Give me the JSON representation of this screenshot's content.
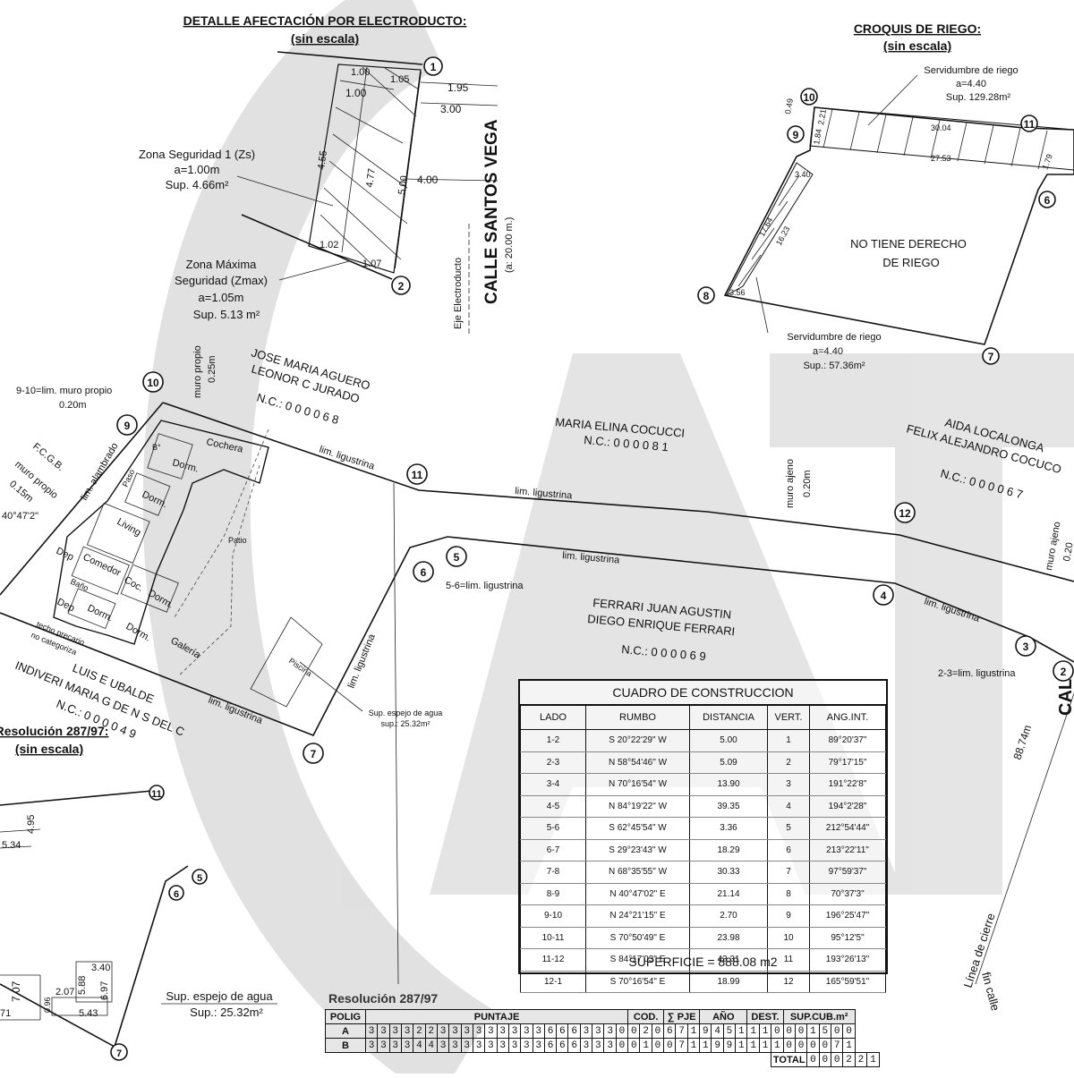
{
  "electroducto": {
    "title": "DETALLE AFECTACIÓN POR ELECTRODUCTO:",
    "subtitle": "(sin escala)",
    "zona1": [
      "Zona Seguridad 1 (Zs)",
      "a=1.00m",
      "Sup. 4.66m²"
    ],
    "zonamax": [
      "Zona Máxima",
      "Seguridad (Zmax)",
      "a=1.05m",
      "Sup. 5.13 m²"
    ],
    "dims": [
      "1.00",
      "1.05",
      "1.00",
      "1.95",
      "3.00",
      "4.55",
      "4.77",
      "5.00",
      "4.00",
      "1.02",
      "1.07"
    ],
    "eje": "Eje Electroducto",
    "street": "CALLE SANTOS VEGA",
    "street_width": "(a: 20.00 m.)"
  },
  "riego": {
    "title": "CROQUIS DE RIEGO:",
    "subtitle": "(sin escala)",
    "serv1": [
      "Servidumbre de riego",
      "a=4.40",
      "Sup. 129.28m²"
    ],
    "serv2": [
      "Servidumbre de riego",
      "a=4.40",
      "Sup.: 57.36m²"
    ],
    "note": [
      "NO TIENE DERECHO",
      "DE RIEGO"
    ],
    "dims": [
      "0.49",
      "2.21",
      "1.84",
      "30.04",
      "27.53",
      "3.40",
      "17.64",
      "16.23",
      "3.56",
      "1.79"
    ]
  },
  "plan": {
    "owners_top": [
      "JOSE MARIA AGUERO",
      "LEONOR C JURADO",
      "N.C.: 0 0 0 0 6 8"
    ],
    "owners_mid": [
      "MARIA ELINA COCUCCI",
      "N.C.: 0 0 0 0 8 1"
    ],
    "owners_right": [
      "AIDA LOCALONGA",
      "FELIX ALEJANDRO COCUCO",
      "N.C.: 0 0 0 0 6 7"
    ],
    "owners_center": [
      "FERRARI JUAN AGUSTIN",
      "DIEGO ENRIQUE FERRARI",
      "N.C.: 0 0 0 0 6 9"
    ],
    "owners_bottom": [
      "LUIS E UBALDE",
      "INDIVERI MARIA G DE N S DEL C",
      "N.C.: 0 0 0 0 4 9"
    ],
    "notes": {
      "muro_910": [
        "9-10=lim. muro propio",
        "0.20m"
      ],
      "muro_top": [
        "muro propio",
        "0.25m"
      ],
      "fcgb": "F.C.G.B.",
      "muro_left": [
        "muro propio",
        "0.15m"
      ],
      "alambrado": "lim. alambrado",
      "angle": "40°47'2\"",
      "lig1": "lim. ligustrina",
      "lig2": "lim. ligustrina",
      "lig3": "lim. ligustrina",
      "lig4": "lim. ligustrina",
      "lig5": "lim. ligustrina",
      "lig6": "lim. ligustrina",
      "n56": "5-6=lim. ligustrina",
      "n23": "2-3=lim. ligustrina",
      "muro_ajeno": [
        "muro ajeno",
        "0.20m"
      ],
      "muro_ajeno2": [
        "muro ajeno",
        "0.20"
      ],
      "espejo": [
        "Sup. espejo de agua",
        "sup.: 25.32m²"
      ],
      "techo": [
        "techo precario",
        "no categoriza"
      ],
      "largo": "88.74m",
      "cierre": "Línea de cierre",
      "fin": "fin calle",
      "calle_right": "CAL"
    },
    "rooms": [
      "Cochera",
      "B°",
      "Dorm.",
      "Paso",
      "Dorm.",
      "Living",
      "Patio",
      "Dep",
      "Comedor",
      "Coc.",
      "Dorm.",
      "Baño",
      "Dep",
      "Dorm.",
      "Dorm.",
      "Galería",
      "Piscina"
    ],
    "vertices": [
      "1",
      "2",
      "3",
      "4",
      "5",
      "6",
      "7",
      "8",
      "9",
      "10",
      "11",
      "12"
    ]
  },
  "resolucion_small": {
    "title": "Resolución 287/97:",
    "subtitle": "(sin escala)",
    "dims": [
      "4.95",
      "5.34",
      "7.07",
      "0.96",
      "2.07",
      "5.88",
      "6.97",
      "3.40",
      "5.43",
      "71"
    ],
    "espejo": [
      "Sup. espejo de agua",
      "Sup.: 25.32m²"
    ],
    "vertices": [
      "11",
      "5",
      "6",
      "7"
    ]
  },
  "cuadro": {
    "title": "CUADRO DE CONSTRUCCION",
    "headers": [
      "LADO",
      "RUMBO",
      "DISTANCIA",
      "VERT.",
      "ANG.INT."
    ],
    "rows": [
      [
        "1-2",
        "S 20°22'29\" W",
        "5.00",
        "1",
        "89°20'37\""
      ],
      [
        "2-3",
        "N 58°54'46\" W",
        "5.09",
        "2",
        "79°17'15\""
      ],
      [
        "3-4",
        "N 70°16'54\" W",
        "13.90",
        "3",
        "191°22'8\""
      ],
      [
        "4-5",
        "N 84°19'22\" W",
        "39.35",
        "4",
        "194°2'28\""
      ],
      [
        "5-6",
        "S 62°45'54\" W",
        "3.36",
        "5",
        "212°54'44\""
      ],
      [
        "6-7",
        "S 29°23'43\" W",
        "18.29",
        "6",
        "213°22'11\""
      ],
      [
        "7-8",
        "N 68°35'55\" W",
        "30.33",
        "7",
        "97°59'37\""
      ],
      [
        "8-9",
        "N 40°47'02\" E",
        "21.14",
        "8",
        "70°37'3\""
      ],
      [
        "9-10",
        "N 24°21'15\" E",
        "2.70",
        "9",
        "196°25'47\""
      ],
      [
        "10-11",
        "S 70°50'49\" E",
        "23.98",
        "10",
        "95°12'5\""
      ],
      [
        "11-12",
        "S 84°17'03\" E",
        "43.31",
        "11",
        "193°26'13\""
      ],
      [
        "12-1",
        "S 70°16'54\" E",
        "18.99",
        "12",
        "165°59'51\""
      ]
    ],
    "superficie": "SUPERFICIE = 888.08 m2"
  },
  "resolucion": {
    "title": "Resolución 287/97",
    "headers": [
      "POLIG",
      "PUNTAJE",
      "COD.",
      "∑ PJE",
      "AÑO",
      "DEST.",
      "SUP.CUB.m²"
    ],
    "rows": [
      {
        "polig": "A",
        "digits": "33332233333333366633300206719451110001500"
      },
      {
        "polig": "B",
        "digits": "33334433333333366633300100711991111000071"
      }
    ],
    "total_label": "TOTAL",
    "total_digits": "000221"
  },
  "watermark": "CAT",
  "colors": {
    "watermark": "#c8c8c8",
    "ink": "#111111"
  }
}
